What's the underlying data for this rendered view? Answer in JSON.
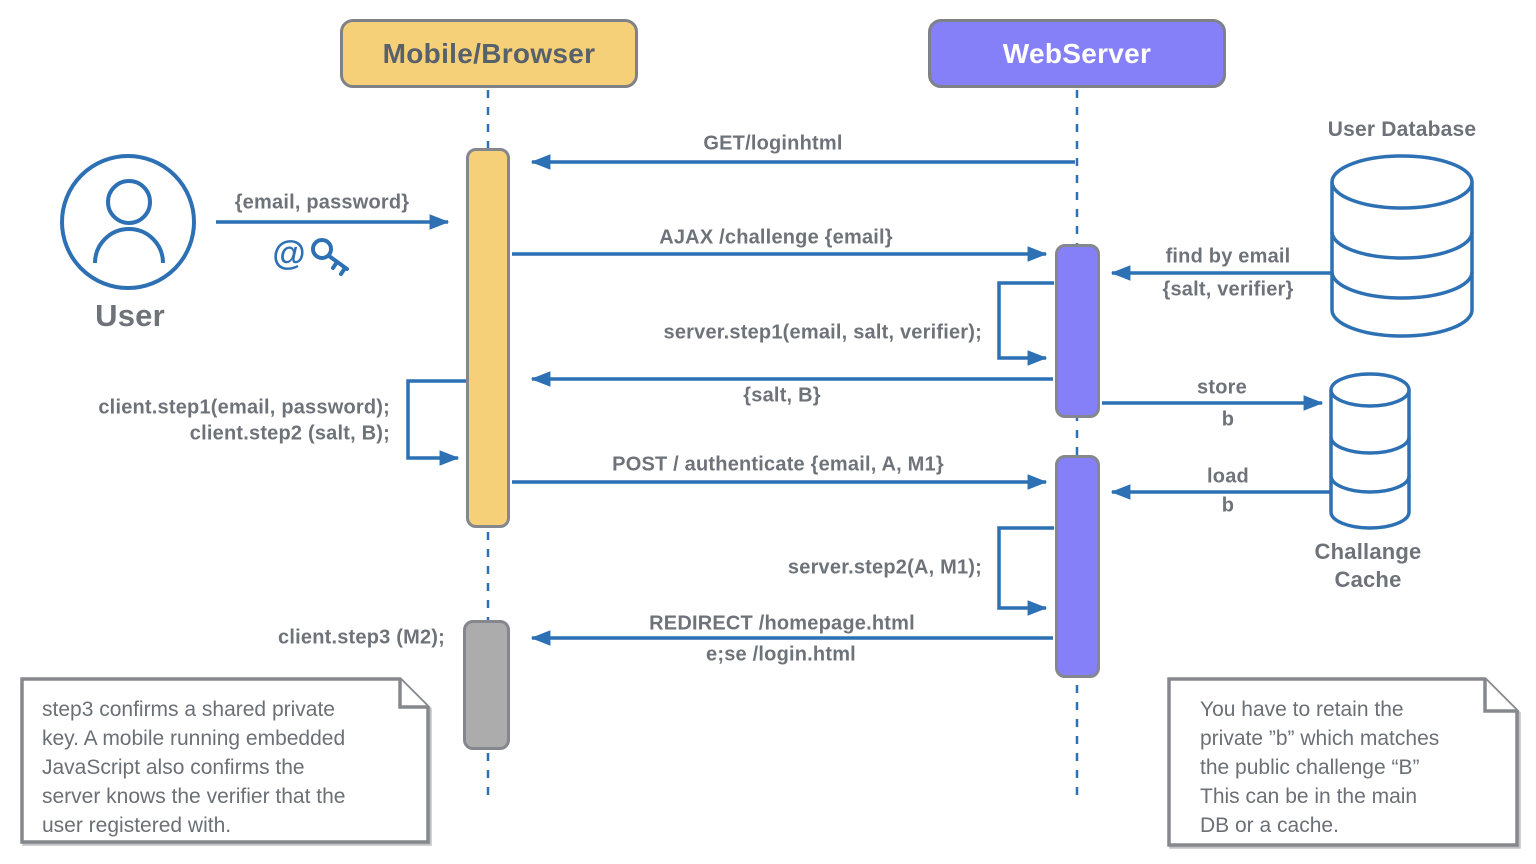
{
  "actors": {
    "mobile": "Mobile/Browser",
    "webserver": "WebServer",
    "user": "User",
    "user_database": "User Database",
    "challenge_cache_line1": "Challange",
    "challenge_cache_line2": "Cache"
  },
  "messages": {
    "email_password": "{email, password}",
    "at_symbol": "@",
    "get_login": "GET/loginhtml",
    "ajax_challenge": "AJAX /challenge {email}",
    "find_by_email": "find by email",
    "salt_verifier": "{salt, verifier}",
    "server_step1": "server.step1(email, salt, verifier);",
    "salt_b": "{salt, B}",
    "client_step1": "client.step1(email, password);",
    "client_step2": "client.step2 (salt, B);",
    "post_authenticate": "POST / authenticate {email, A, M1}",
    "store_label": "store",
    "store_param": "b",
    "load_label": "load",
    "load_param": "b",
    "server_step2": "server.step2(A, M1);",
    "redirect_success": "REDIRECT /homepage.html",
    "redirect_else": "e;se /login.html",
    "client_step3": "client.step3 (M2);"
  },
  "notes": {
    "left": {
      "line1": "step3 confirms a shared private",
      "line2": "key. A mobile running embedded",
      "line3": "JavaScript also confirms the",
      "line4": "server knows the verifier that the",
      "line5": "user registered with."
    },
    "right": {
      "line1": "You have to retain the",
      "line2": "private ”b” which matches",
      "line3": "the public challenge “B”",
      "line4": "This can be in the main",
      "line5": "DB or a cache."
    }
  },
  "colors": {
    "blue": "#2D70B4",
    "yellow": "#F5D078",
    "purple": "#8580F7",
    "gray_bar": "#ACACAC",
    "text_gray": "#6E737A",
    "border_gray": "#7E8287"
  }
}
